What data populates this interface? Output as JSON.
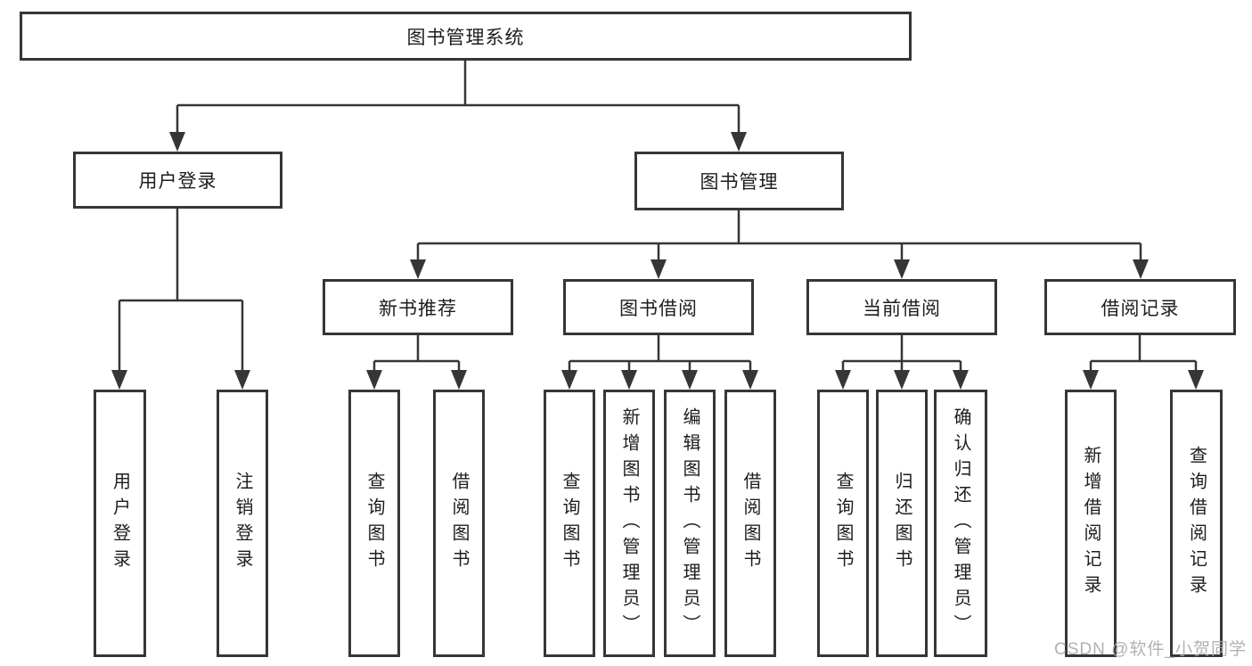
{
  "tree": {
    "label": "图书管理系统",
    "children": [
      {
        "label": "用户登录",
        "children": [
          {
            "label": "用户登录"
          },
          {
            "label": "注销登录"
          }
        ]
      },
      {
        "label": "图书管理",
        "children": [
          {
            "label": "新书推荐",
            "children": [
              {
                "label": "查询图书"
              },
              {
                "label": "借阅图书"
              }
            ]
          },
          {
            "label": "图书借阅",
            "children": [
              {
                "label": "查询图书"
              },
              {
                "label": "新增图书（管理员）"
              },
              {
                "label": "编辑图书（管理员）"
              },
              {
                "label": "借阅图书"
              }
            ]
          },
          {
            "label": "当前借阅",
            "children": [
              {
                "label": "查询图书"
              },
              {
                "label": "归还图书"
              },
              {
                "label": "确认归还（管理员）"
              }
            ]
          },
          {
            "label": "借阅记录",
            "children": [
              {
                "label": "新增借阅记录"
              },
              {
                "label": "查询借阅记录"
              }
            ]
          }
        ]
      }
    ]
  },
  "watermark": "CSDN @软件_小贺同学",
  "colors": {
    "line": "#363636",
    "text": "#1d1d1d",
    "background": "#ffffff",
    "watermark": "#a8a8a8"
  }
}
